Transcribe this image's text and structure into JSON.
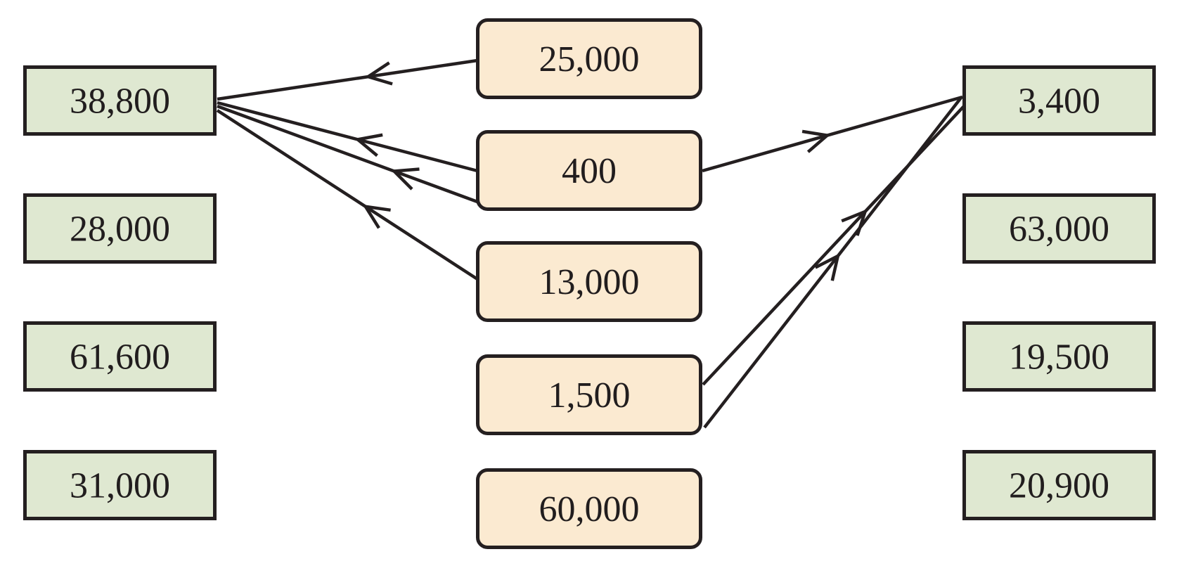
{
  "background": "#ffffff",
  "colors": {
    "left_box_fill": "#dfe8d1",
    "right_box_fill": "#dfe8d1",
    "middle_box_fill": "#fbead1",
    "stroke": "#241f20",
    "text": "#211d1e"
  },
  "diagram": {
    "left_column": [
      {
        "id": "L1",
        "label": "38,800"
      },
      {
        "id": "L2",
        "label": "28,000"
      },
      {
        "id": "L3",
        "label": "61,600"
      },
      {
        "id": "L4",
        "label": "31,000"
      }
    ],
    "middle_column": [
      {
        "id": "M1",
        "label": "25,000"
      },
      {
        "id": "M2",
        "label": "400"
      },
      {
        "id": "M3",
        "label": "13,000"
      },
      {
        "id": "M4",
        "label": "1,500"
      },
      {
        "id": "M5",
        "label": "60,000"
      }
    ],
    "right_column": [
      {
        "id": "R1",
        "label": "3,400"
      },
      {
        "id": "R2",
        "label": "63,000"
      },
      {
        "id": "R3",
        "label": "19,500"
      },
      {
        "id": "R4",
        "label": "20,900"
      }
    ],
    "edges": [
      {
        "from": "M1",
        "to": "L1",
        "variant": "single"
      },
      {
        "from": "M2",
        "to": "L1",
        "variant": "upper"
      },
      {
        "from": "M2",
        "to": "L1",
        "variant": "lower"
      },
      {
        "from": "M3",
        "to": "L1",
        "variant": "single"
      },
      {
        "from": "M2",
        "to": "R1",
        "variant": "single"
      },
      {
        "from": "M4",
        "to": "R1",
        "variant": "upper"
      },
      {
        "from": "M4",
        "to": "R1",
        "variant": "lower"
      }
    ]
  }
}
